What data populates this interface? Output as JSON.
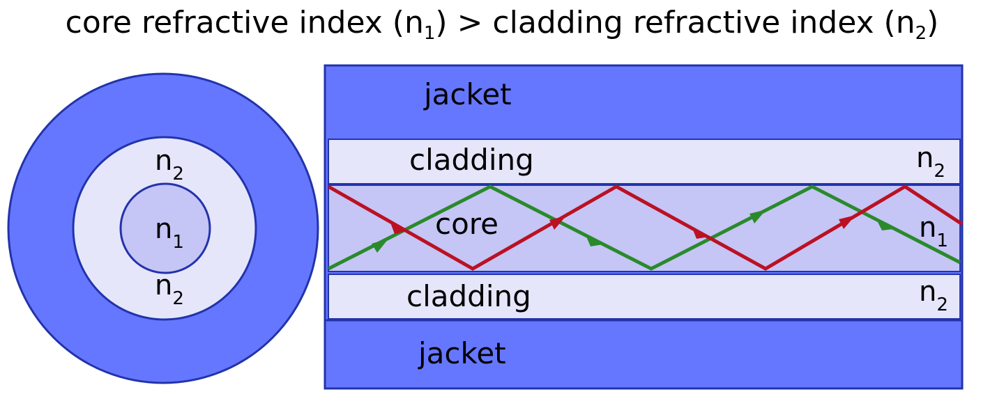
{
  "heading": {
    "core_text": "core refractive index (n",
    "core_sub": "1",
    "middle_text": ") > cladding refractive index (n",
    "cladding_sub": "2",
    "end_text": ")"
  },
  "cross_section": {
    "outer_label": {
      "base": "n",
      "sub": "2"
    },
    "core_label": {
      "base": "n",
      "sub": "1"
    },
    "lower_label": {
      "base": "n",
      "sub": "2"
    }
  },
  "longitudinal": {
    "jacket_top": "jacket",
    "cladding_top": "cladding",
    "core": "core",
    "cladding_bottom": "cladding",
    "jacket_bottom": "jacket",
    "cladding_top_index": {
      "base": "n",
      "sub": "2"
    },
    "core_index": {
      "base": "n",
      "sub": "1"
    },
    "cladding_bottom_index": {
      "base": "n",
      "sub": "2"
    }
  },
  "colors": {
    "jacket": "#6677ff",
    "cladding": "#e6e6fb",
    "core": "#c5c5f6",
    "outline": "#2233aa",
    "ray_red": "#bb1122",
    "ray_green": "#2a8a2a"
  }
}
